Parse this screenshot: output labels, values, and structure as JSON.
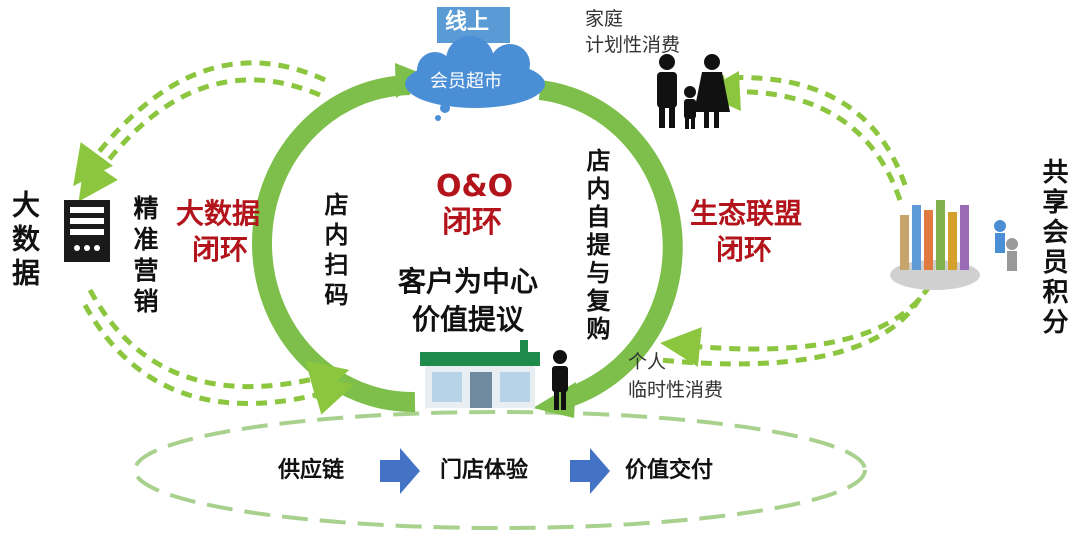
{
  "online_label": "线上",
  "cloud_label": "会员超市",
  "family_label_1": "家庭",
  "family_label_2": "计划性消费",
  "big_data": "大数据",
  "precision_marketing": "精准营销",
  "big_data_loop_1": "大数据",
  "big_data_loop_2": "闭环",
  "store_scan": "店内扫码",
  "oo_label_1": "O&O",
  "oo_label_2": "闭环",
  "center_1": "客户为中心",
  "center_2": "价值提议",
  "store_pickup": "店内自提与复购",
  "eco_loop_1": "生态联盟",
  "eco_loop_2": "闭环",
  "shared_points": "共享会员积分",
  "individual_1": "个人",
  "individual_2": "临时性消费",
  "flow": [
    "供应链",
    "门店体验",
    "价值交付"
  ],
  "colors": {
    "green_ring": "#7dbf4a",
    "dash_green": "#8cc63f",
    "blue_arrow": "#4472c4",
    "cloud_blue": "#4a8ed6",
    "red_text": "#b3141b",
    "online_box": "#5b9bd5"
  },
  "icons": [
    "server-icon",
    "family-icon",
    "person-icon",
    "store-icon",
    "people-group-icon",
    "cloud-icon"
  ]
}
